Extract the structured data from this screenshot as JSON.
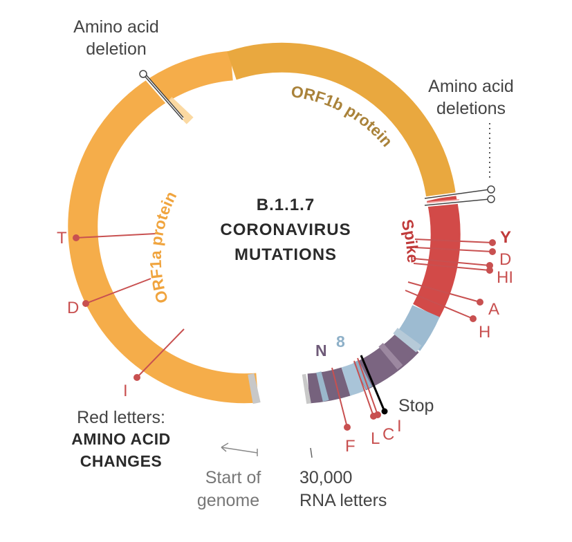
{
  "title": {
    "line1": "B.1.1.7",
    "line2": "CORONAVIRUS",
    "line3": "MUTATIONS"
  },
  "annotations": {
    "deletion_single_line1": "Amino acid",
    "deletion_single_line2": "deletion",
    "deletions_line1": "Amino acid",
    "deletions_line2": "deletions",
    "stop": "Stop",
    "legend_line1": "Red letters:",
    "legend_line2": "AMINO ACID",
    "legend_line3": "CHANGES",
    "start_line1": "Start of",
    "start_line2": "genome",
    "end_line1": "30,000",
    "end_line2": "RNA letters"
  },
  "proteins": {
    "orf1a": "ORF1a protein",
    "orf1b": "ORF1b protein",
    "spike": "Spike",
    "n": "N",
    "eight": "8"
  },
  "mutations": {
    "left": [
      "T",
      "D",
      "I"
    ],
    "spike": [
      "Y",
      "D",
      "HI",
      "A",
      "H"
    ],
    "bottom": [
      "F",
      "L",
      "C",
      "I"
    ]
  },
  "colors": {
    "orf1a": "#f5ad4a",
    "orf1b": "#e9a83f",
    "spike": "#d24a48",
    "blue": "#9dbbd1",
    "purple": "#7b6581",
    "mutation": "#c85050",
    "stop": "#000000"
  }
}
